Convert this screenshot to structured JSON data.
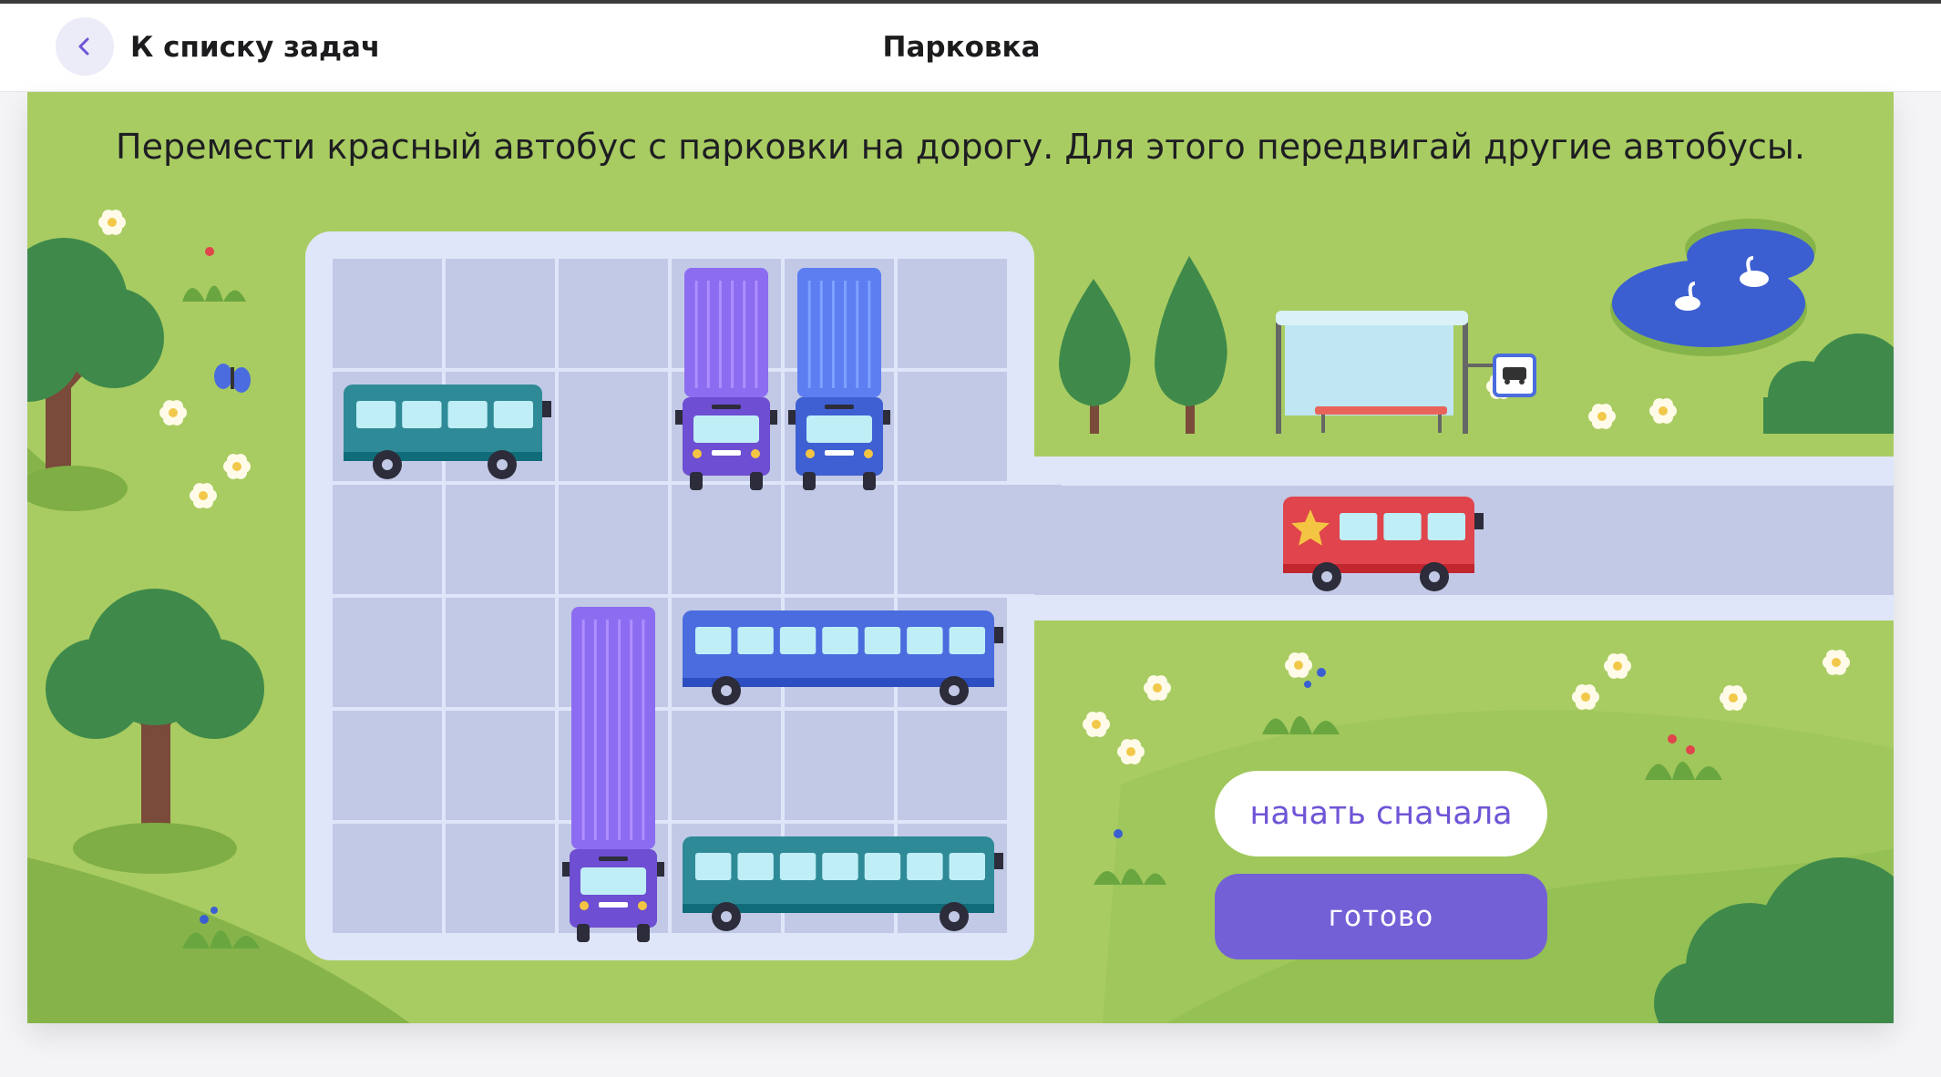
{
  "header": {
    "back_label": "К списку задач",
    "title": "Парковка"
  },
  "game": {
    "instruction": "Перемести красный автобус с парковки на дорогу. Для этого передвигай другие автобусы.",
    "restart_label": "начать сначала",
    "done_label": "готово",
    "grid": {
      "cols": 6,
      "rows": 6,
      "exit_row": 3
    },
    "vehicles": [
      {
        "id": "teal-bus-top",
        "color": "#2e8a96",
        "orientation": "horizontal",
        "row": 2,
        "col": 1,
        "length": 2
      },
      {
        "id": "purple-truck-top",
        "color": "#8c6cf0",
        "orientation": "vertical",
        "row": 1,
        "col": 4,
        "length": 2
      },
      {
        "id": "blue-truck-top",
        "color": "#5c7ef0",
        "orientation": "vertical",
        "row": 1,
        "col": 5,
        "length": 2
      },
      {
        "id": "purple-truck-bottom",
        "color": "#8c6cf0",
        "orientation": "vertical",
        "row": 4,
        "col": 3,
        "length": 3
      },
      {
        "id": "blue-bus-long",
        "color": "#4a6cde",
        "orientation": "horizontal",
        "row": 4,
        "col": 4,
        "length": 3
      },
      {
        "id": "teal-bus-bottom",
        "color": "#2e8a96",
        "orientation": "horizontal",
        "row": 6,
        "col": 4,
        "length": 3
      }
    ],
    "target_bus": {
      "color": "#e0444c",
      "badge": "star",
      "location": "road"
    }
  },
  "icons": {
    "back": "chevron-left-icon",
    "bus_stop_sign": "bus-sign-icon"
  }
}
